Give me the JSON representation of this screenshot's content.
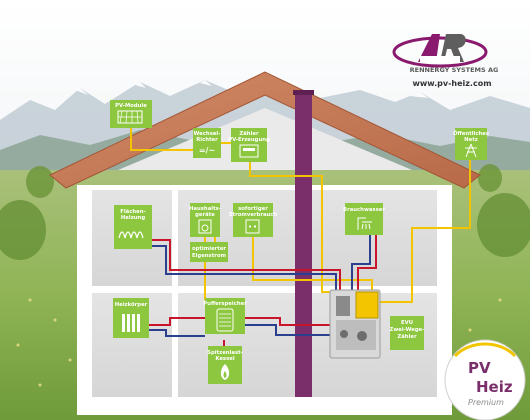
{
  "brand": {
    "company": "RENNERGY SYSTEMS AG",
    "url": "www.pv-heiz.com",
    "badge_line1": "PV",
    "badge_line2": "Heiz",
    "badge_line3": "Premium"
  },
  "colors": {
    "green": "#8dc63f",
    "yellow": "#f2c500",
    "blue": "#2b3f8f",
    "red": "#c8152b",
    "chimney": "#7a2f6b",
    "roof": "#c87a57",
    "brand_purple": "#8a1a6e"
  },
  "labels": {
    "pv_module": "PV-Module",
    "inverter_1": "Wechsel-",
    "inverter_2": "Richter",
    "meter_pv_1": "Zähler",
    "meter_pv_2": "PV-Erzeugung",
    "grid_1": "Öffentliches",
    "grid_2": "Netz",
    "floor_heating_1": "Flächen-",
    "floor_heating_2": "Heizung",
    "appliances_1": "Haushalts-",
    "appliances_2": "geräte",
    "instant_use_1": "sofortiger",
    "instant_use_2": "Stromverbrauch",
    "optimized_1": "optimierter",
    "optimized_2": "Eigenstrom",
    "hot_water": "Brauchwasser",
    "radiator": "Heizkörper",
    "buffer": "Pufferspeicher",
    "peak_boiler_1": "Spitzenlast-",
    "peak_boiler_2": "Kessel",
    "evu_1": "EVU",
    "evu_2": "Zwei-Wege-",
    "evu_3": "Zähler"
  }
}
